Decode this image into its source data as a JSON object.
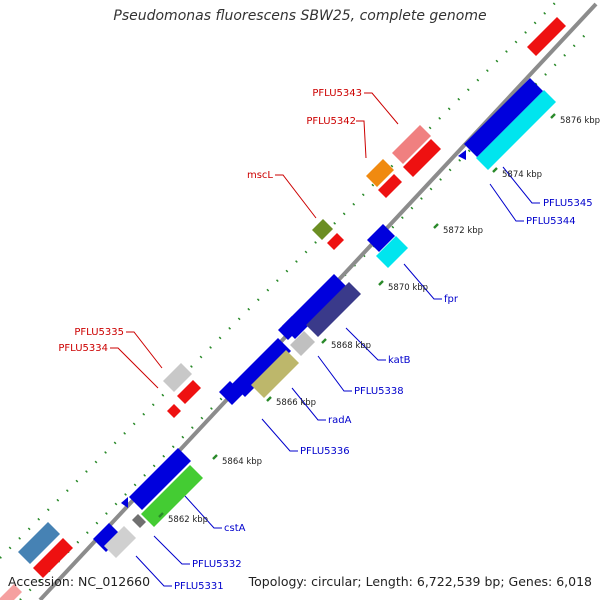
{
  "title": "Pseudomonas fluorescens SBW25, complete genome",
  "footer": {
    "accession": "Accession: NC_012660",
    "summary": "Topology: circular; Length: 6,722,539 bp; Genes: 6,018"
  },
  "colors": {
    "backbone": "#8c8c8c",
    "tick_dots": "#2a8a2a",
    "label_top_strand": "#cc0000",
    "label_bottom_strand": "#0000cc"
  },
  "scale": {
    "ticks": [
      "5862 kbp",
      "5864 kbp",
      "5866 kbp",
      "5868 kbp",
      "5870 kbp",
      "5872 kbp",
      "5874 kbp",
      "5876 kbp"
    ]
  },
  "labels": {
    "top_strand": [
      "PFLU5343",
      "PFLU5342",
      "mscL",
      "PFLU5335",
      "PFLU5334"
    ],
    "bottom_strand": [
      "PFLU5345",
      "PFLU5344",
      "fpr",
      "katB",
      "PFLU5338",
      "radA",
      "PFLU5336",
      "cstA",
      "PFLU5332",
      "PFLU5331"
    ]
  }
}
